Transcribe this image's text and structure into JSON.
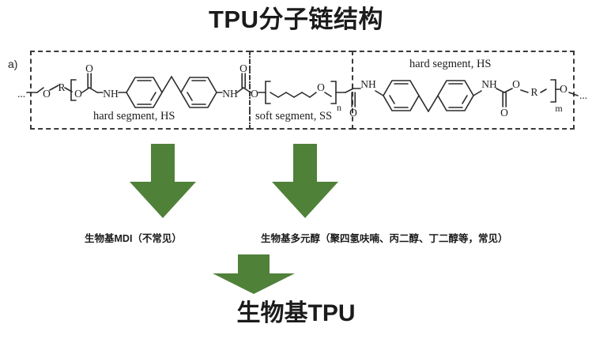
{
  "title": "TPU分子链结构",
  "bottom_title": "生物基TPU",
  "figure": {
    "panel_label": "a)",
    "segments": [
      {
        "id": "hard-left",
        "caption": "hard segment, HS"
      },
      {
        "id": "soft",
        "caption": "soft segment, SS"
      },
      {
        "id": "hard-right",
        "caption": "hard segment, HS"
      }
    ],
    "atom_labels": {
      "ellipsis_left": "...",
      "ellipsis_right": "...",
      "O": "O",
      "R": "R",
      "NH": "NH",
      "n": "n",
      "m": "m"
    }
  },
  "arrows": [
    {
      "id": "arrow-to-mdi",
      "direction": "down",
      "color": "#4f8139"
    },
    {
      "id": "arrow-to-polyol",
      "direction": "down",
      "color": "#4f8139"
    },
    {
      "id": "arrow-to-tpu",
      "direction": "down",
      "color": "#4f8139"
    }
  ],
  "labels": {
    "mdi": "生物基MDI（不常见）",
    "polyol": "生物基多元醇（聚四氢呋喃、丙二醇、丁二醇等，常见）"
  },
  "colors": {
    "arrow_green": "#4f8139",
    "text_dark": "#1b1b1b",
    "box_dash": "#3a3a3a",
    "background": "#ffffff"
  }
}
